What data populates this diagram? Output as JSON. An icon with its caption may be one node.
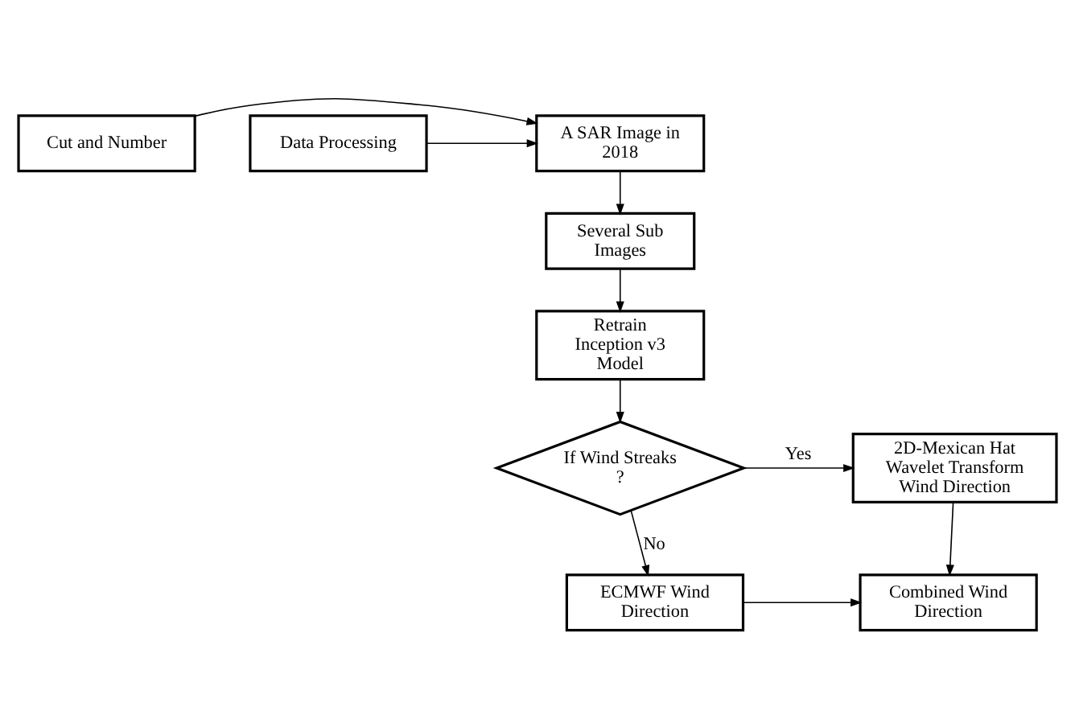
{
  "diagram": {
    "nodes": [
      {
        "text": [
          "Cut and Number"
        ]
      },
      {
        "text": [
          "A SAR Image in 2018"
        ]
      },
      {
        "text": [
          "Data Processing"
        ]
      },
      {
        "text": [
          "Several Sub Images"
        ]
      },
      {
        "text": [
          "Retrain Inception v3 Model"
        ]
      },
      {
        "text": [
          "If Wind Streaks ?"
        ]
      },
      {
        "text": [
          "2D-Mexican Hat Wavelet Transform Wind Direction"
        ]
      },
      {
        "text": [
          "ECMWF Wind Direction"
        ]
      },
      {
        "text": [
          "Combined Wind Direction"
        ]
      }
    ],
    "edges": [
      {
        "from": 0,
        "to": 1,
        "arrow": "to"
      },
      {
        "from": 2,
        "to": 1,
        "arrow": "to"
      },
      {
        "from": 1,
        "to": 3,
        "arrow": "to"
      },
      {
        "from": 3,
        "to": 4,
        "arrow": "to"
      },
      {
        "from": 4,
        "to": 5,
        "arrow": "to"
      },
      {
        "from": 5,
        "to": 6,
        "arrow": "to",
        "label": "Yes"
      },
      {
        "from": 5,
        "to": 7,
        "arrow": "to",
        "label": "No"
      },
      {
        "from": 6,
        "to": 8,
        "arrow": "to"
      },
      {
        "from": 7,
        "to": 8,
        "arrow": "to"
      }
    ]
  }
}
